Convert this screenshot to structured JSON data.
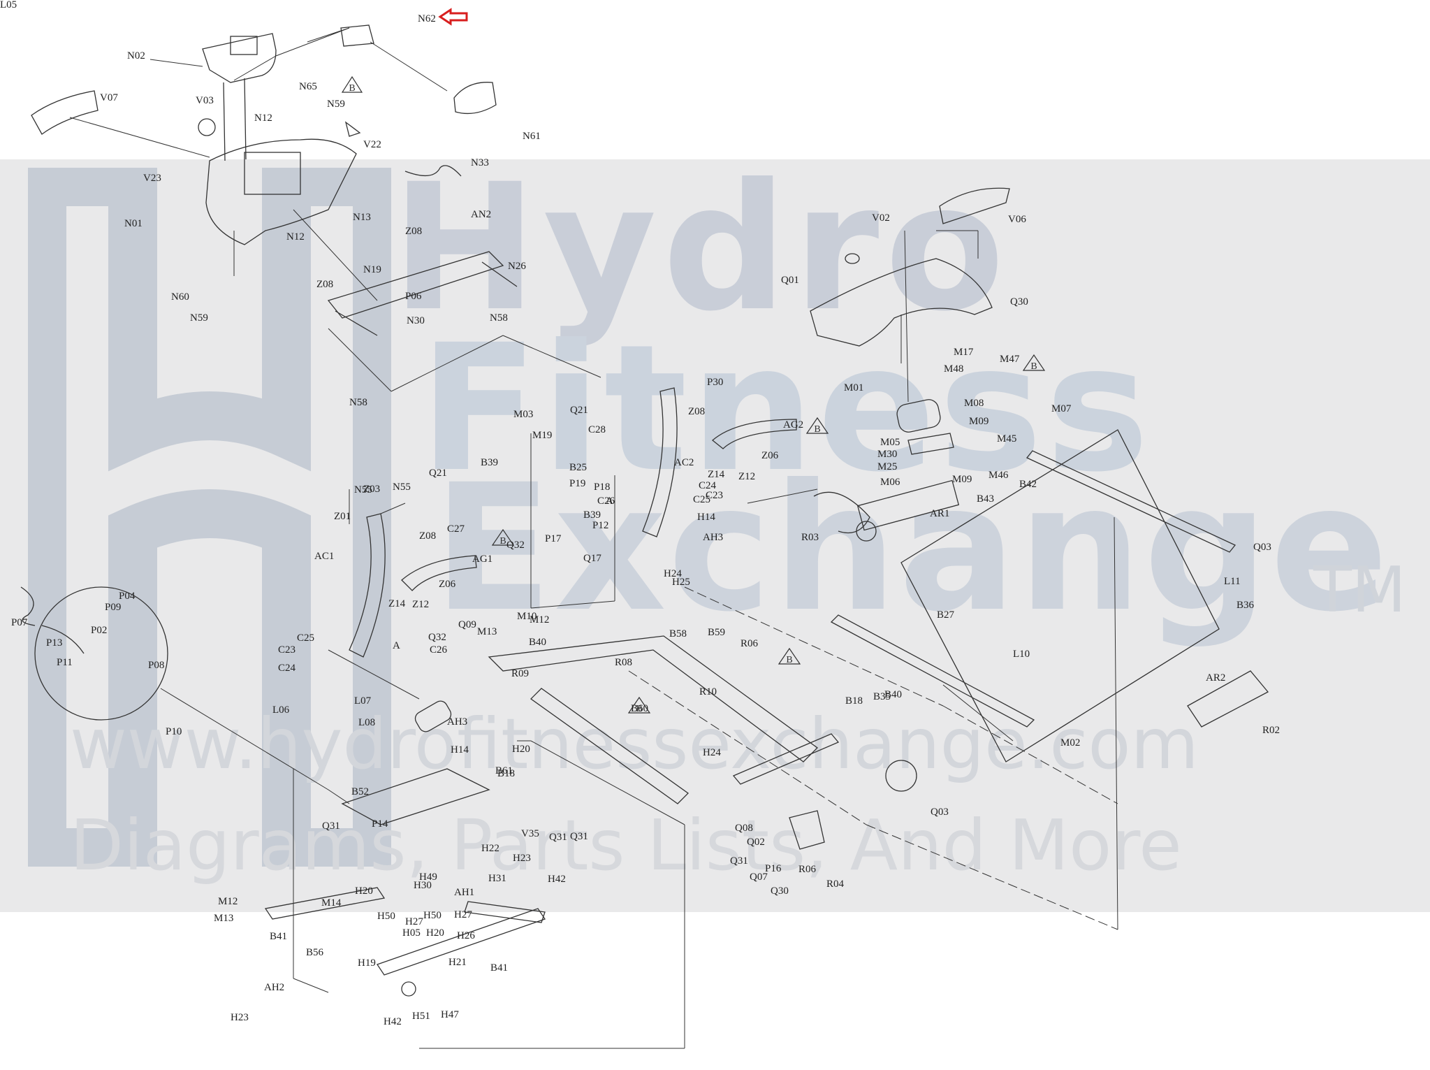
{
  "watermark": {
    "line1": "Hydro",
    "line2": "Fitness",
    "line3": "Exchange",
    "trademark": "TM",
    "url": "www.hydrofitnessexchange.com",
    "tagline": "Diagrams, Parts Lists, And More"
  },
  "colors": {
    "line": "#333333",
    "band": "#e9e9ea",
    "highlight_arrow": "#d81e1e",
    "watermark_text": "#c9ced8"
  },
  "labels": [
    "N62",
    "N02",
    "N65",
    "N59",
    "N61",
    "V07",
    "V03",
    "N12",
    "V22",
    "V23",
    "N33",
    "N01",
    "N13",
    "Z08",
    "AN2",
    "N12",
    "N19",
    "N26",
    "N60",
    "Z08",
    "P06",
    "N59",
    "N30",
    "N58",
    "N58",
    "V02",
    "V06",
    "Q01",
    "Q30",
    "M17",
    "M48",
    "M47",
    "M01",
    "M08",
    "M07",
    "M09",
    "Q21",
    "C28",
    "P30",
    "Z08",
    "AG2",
    "M05",
    "M45",
    "M30",
    "M25",
    "M06",
    "M09",
    "M46",
    "B42",
    "B43",
    "AR1",
    "M03",
    "M19",
    "B39",
    "B25",
    "P19",
    "P18",
    "C26",
    "A",
    "C24",
    "C23",
    "C25",
    "AC2",
    "Z14",
    "Z12",
    "Z06",
    "H14",
    "H25",
    "AH3",
    "H24",
    "P12",
    "B39",
    "P17",
    "N55",
    "Z03",
    "N55",
    "Z01",
    "Q21",
    "C27",
    "Z08",
    "AG1",
    "Z06",
    "Z14",
    "Z12",
    "Q32",
    "Q17",
    "AC1",
    "R03",
    "Q03",
    "L11",
    "B36",
    "B27",
    "L10",
    "AR2",
    "R02",
    "P04",
    "P09",
    "P07",
    "P02",
    "P13",
    "P11",
    "P08",
    "P10",
    "C25",
    "C23",
    "C24",
    "A",
    "C26",
    "Q32",
    "Q09",
    "M13",
    "M10",
    "M12",
    "R09",
    "B58",
    "B59",
    "B40",
    "R08",
    "R06",
    "B60",
    "R10",
    "B18",
    "B35",
    "B40",
    "L06",
    "L07",
    "L08",
    "H14",
    "AH3",
    "H20",
    "H24",
    "M02",
    "B61",
    "B18",
    "Q03",
    "B52",
    "P14",
    "Q08",
    "Q02",
    "P16",
    "R06",
    "R04",
    "Q31",
    "Q31",
    "Q07",
    "Q30",
    "V35",
    "Q31",
    "Q31",
    "H22",
    "H23",
    "H42",
    "H31",
    "H49",
    "H20",
    "H30",
    "AH1",
    "M14",
    "M12",
    "M13",
    "H50",
    "H50",
    "H27",
    "H27",
    "B41",
    "H05",
    "H20",
    "H26",
    "B56",
    "H19",
    "H21",
    "B41",
    "AH2",
    "H23",
    "H42",
    "H51",
    "H47",
    "L05"
  ],
  "callout_b": "B"
}
